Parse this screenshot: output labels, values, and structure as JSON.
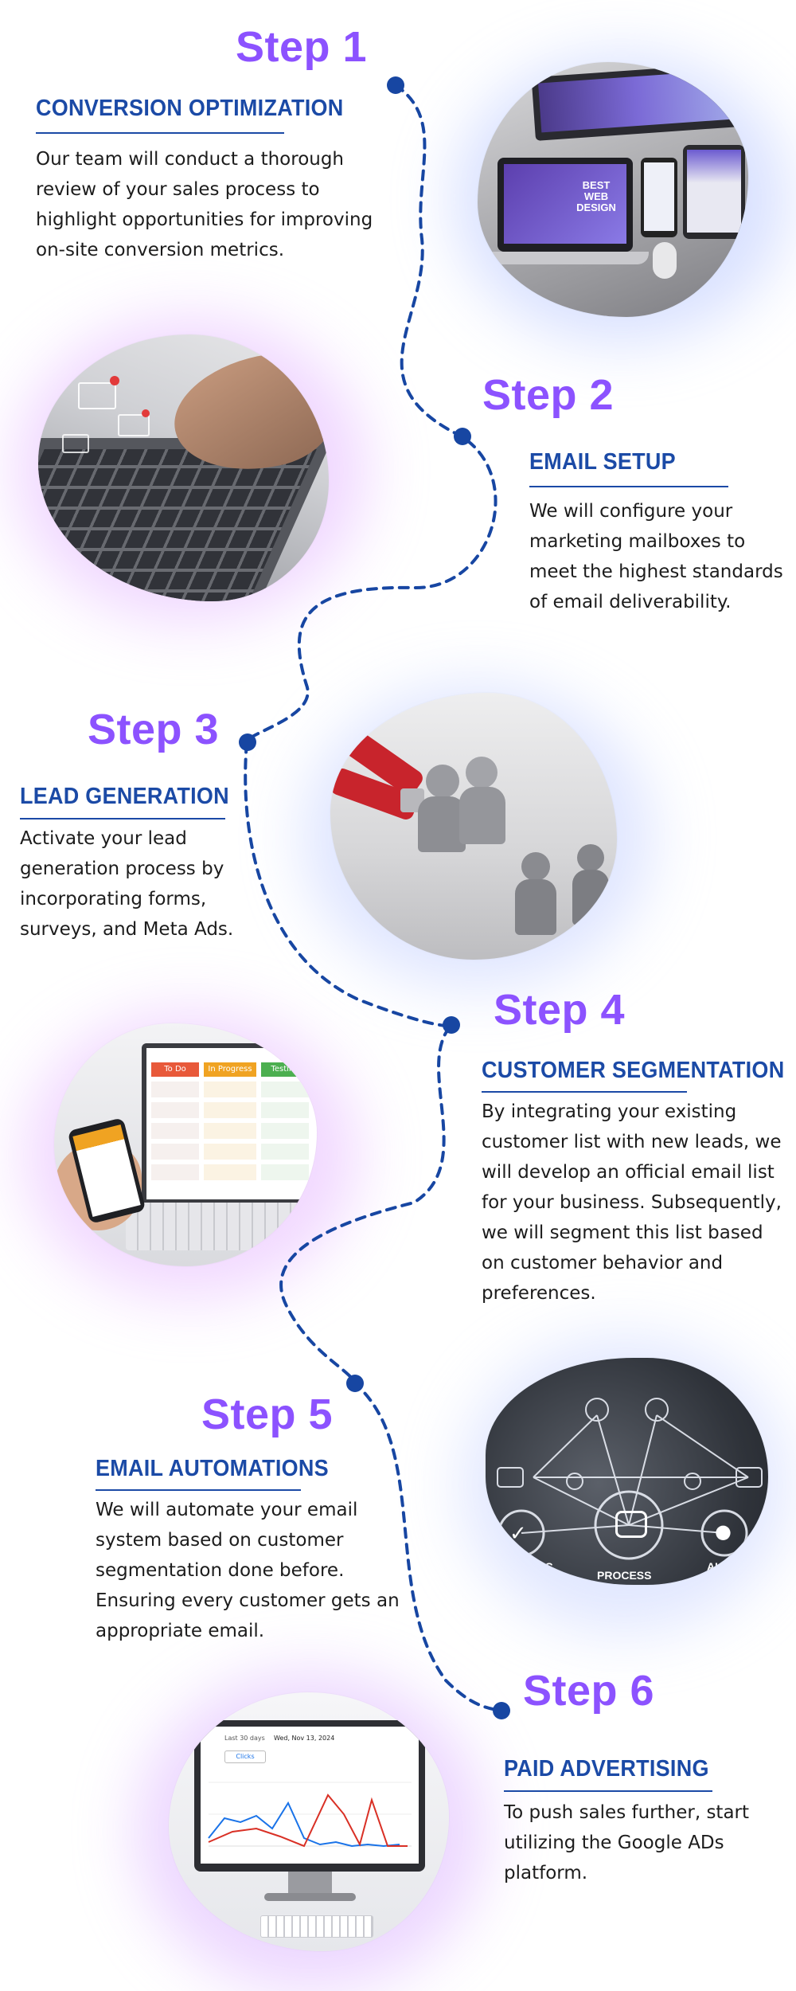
{
  "steps": [
    {
      "title": "Step 1",
      "heading": "CONVERSION OPTIMIZATION",
      "text": "Our team will conduct a thorough review of your sales process to highlight opportunities for improving on-site conversion metrics.",
      "image": "devices-web-design-image"
    },
    {
      "title": "Step 2",
      "heading": "EMAIL SETUP",
      "text": "We will configure your marketing mailboxes to meet the highest standards of email deliverability.",
      "image": "laptop-email-typing-image"
    },
    {
      "title": "Step 3",
      "heading": "LEAD GENERATION",
      "text": "Activate your lead generation process by incorporating forms, surveys, and Meta Ads.",
      "image": "magnet-attracting-people-image"
    },
    {
      "title": "Step 4",
      "heading": "CUSTOMER SEGMENTATION",
      "text": "By integrating your existing customer list with new leads, we will develop an official email list for your business. Subsequently, we will segment this list based on customer behavior and preferences.",
      "image": "kanban-board-devices-image"
    },
    {
      "title": "Step 5",
      "heading": "EMAIL AUTOMATIONS",
      "text": "We will automate your email system based on customer segmentation done before. Ensuring every customer gets an appropriate email.",
      "image": "robotic-process-automation-image"
    },
    {
      "title": "Step 6",
      "heading": "PAID ADVERTISING",
      "text": "To push sales further, start utilizing the Google ADs platform.",
      "image": "google-ads-dashboard-monitor-image"
    }
  ],
  "image_labels": {
    "web_design": "BEST WEB DESIGN",
    "rpa_left": "ROBOTIC",
    "rpa_center": "PROCESS",
    "rpa_right": "AUTOMA",
    "kanban_todo": "To Do",
    "kanban_progress": "In Progress",
    "kanban_testing": "Testing",
    "ads_date": "Wed, Nov 13, 2024",
    "ads_range": "Last 30 days",
    "ads_metric": "Clicks"
  },
  "colors": {
    "step_title": "#8c52ff",
    "heading": "#1b4aa6",
    "path": "#1746a2",
    "body": "#1c1c1c"
  }
}
